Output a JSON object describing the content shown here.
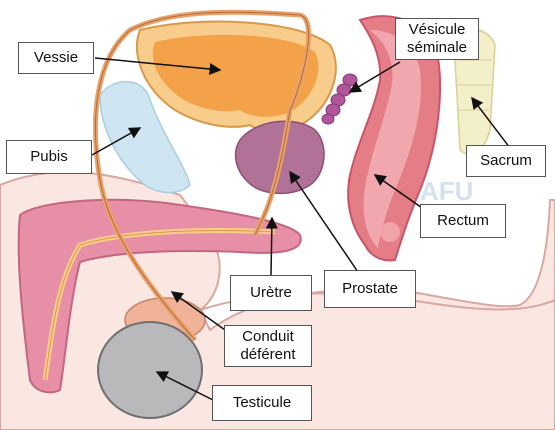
{
  "labels": {
    "vessie": "Vessie",
    "pubis": "Pubis",
    "vesicule_line1": "Vésicule",
    "vesicule_line2": "séminale",
    "sacrum": "Sacrum",
    "rectum": "Rectum",
    "prostate": "Prostate",
    "uretre": "Urètre",
    "conduit_line1": "Conduit",
    "conduit_line2": "déférent",
    "testicule": "Testicule"
  },
  "watermark": "AFU",
  "colors": {
    "bladder": "#f3a24a",
    "bladder_wall": "#f8cc8a",
    "prostate": "#b07296",
    "rectum": "#e47d86",
    "penis": "#e78fa7",
    "pubis": "#cfe6f2",
    "sacrum": "#f3efc9",
    "testis": "#b9b9bb",
    "vas": "#e9a26c",
    "vesicle": "#b1569b",
    "skin": "#f6d4cf"
  }
}
